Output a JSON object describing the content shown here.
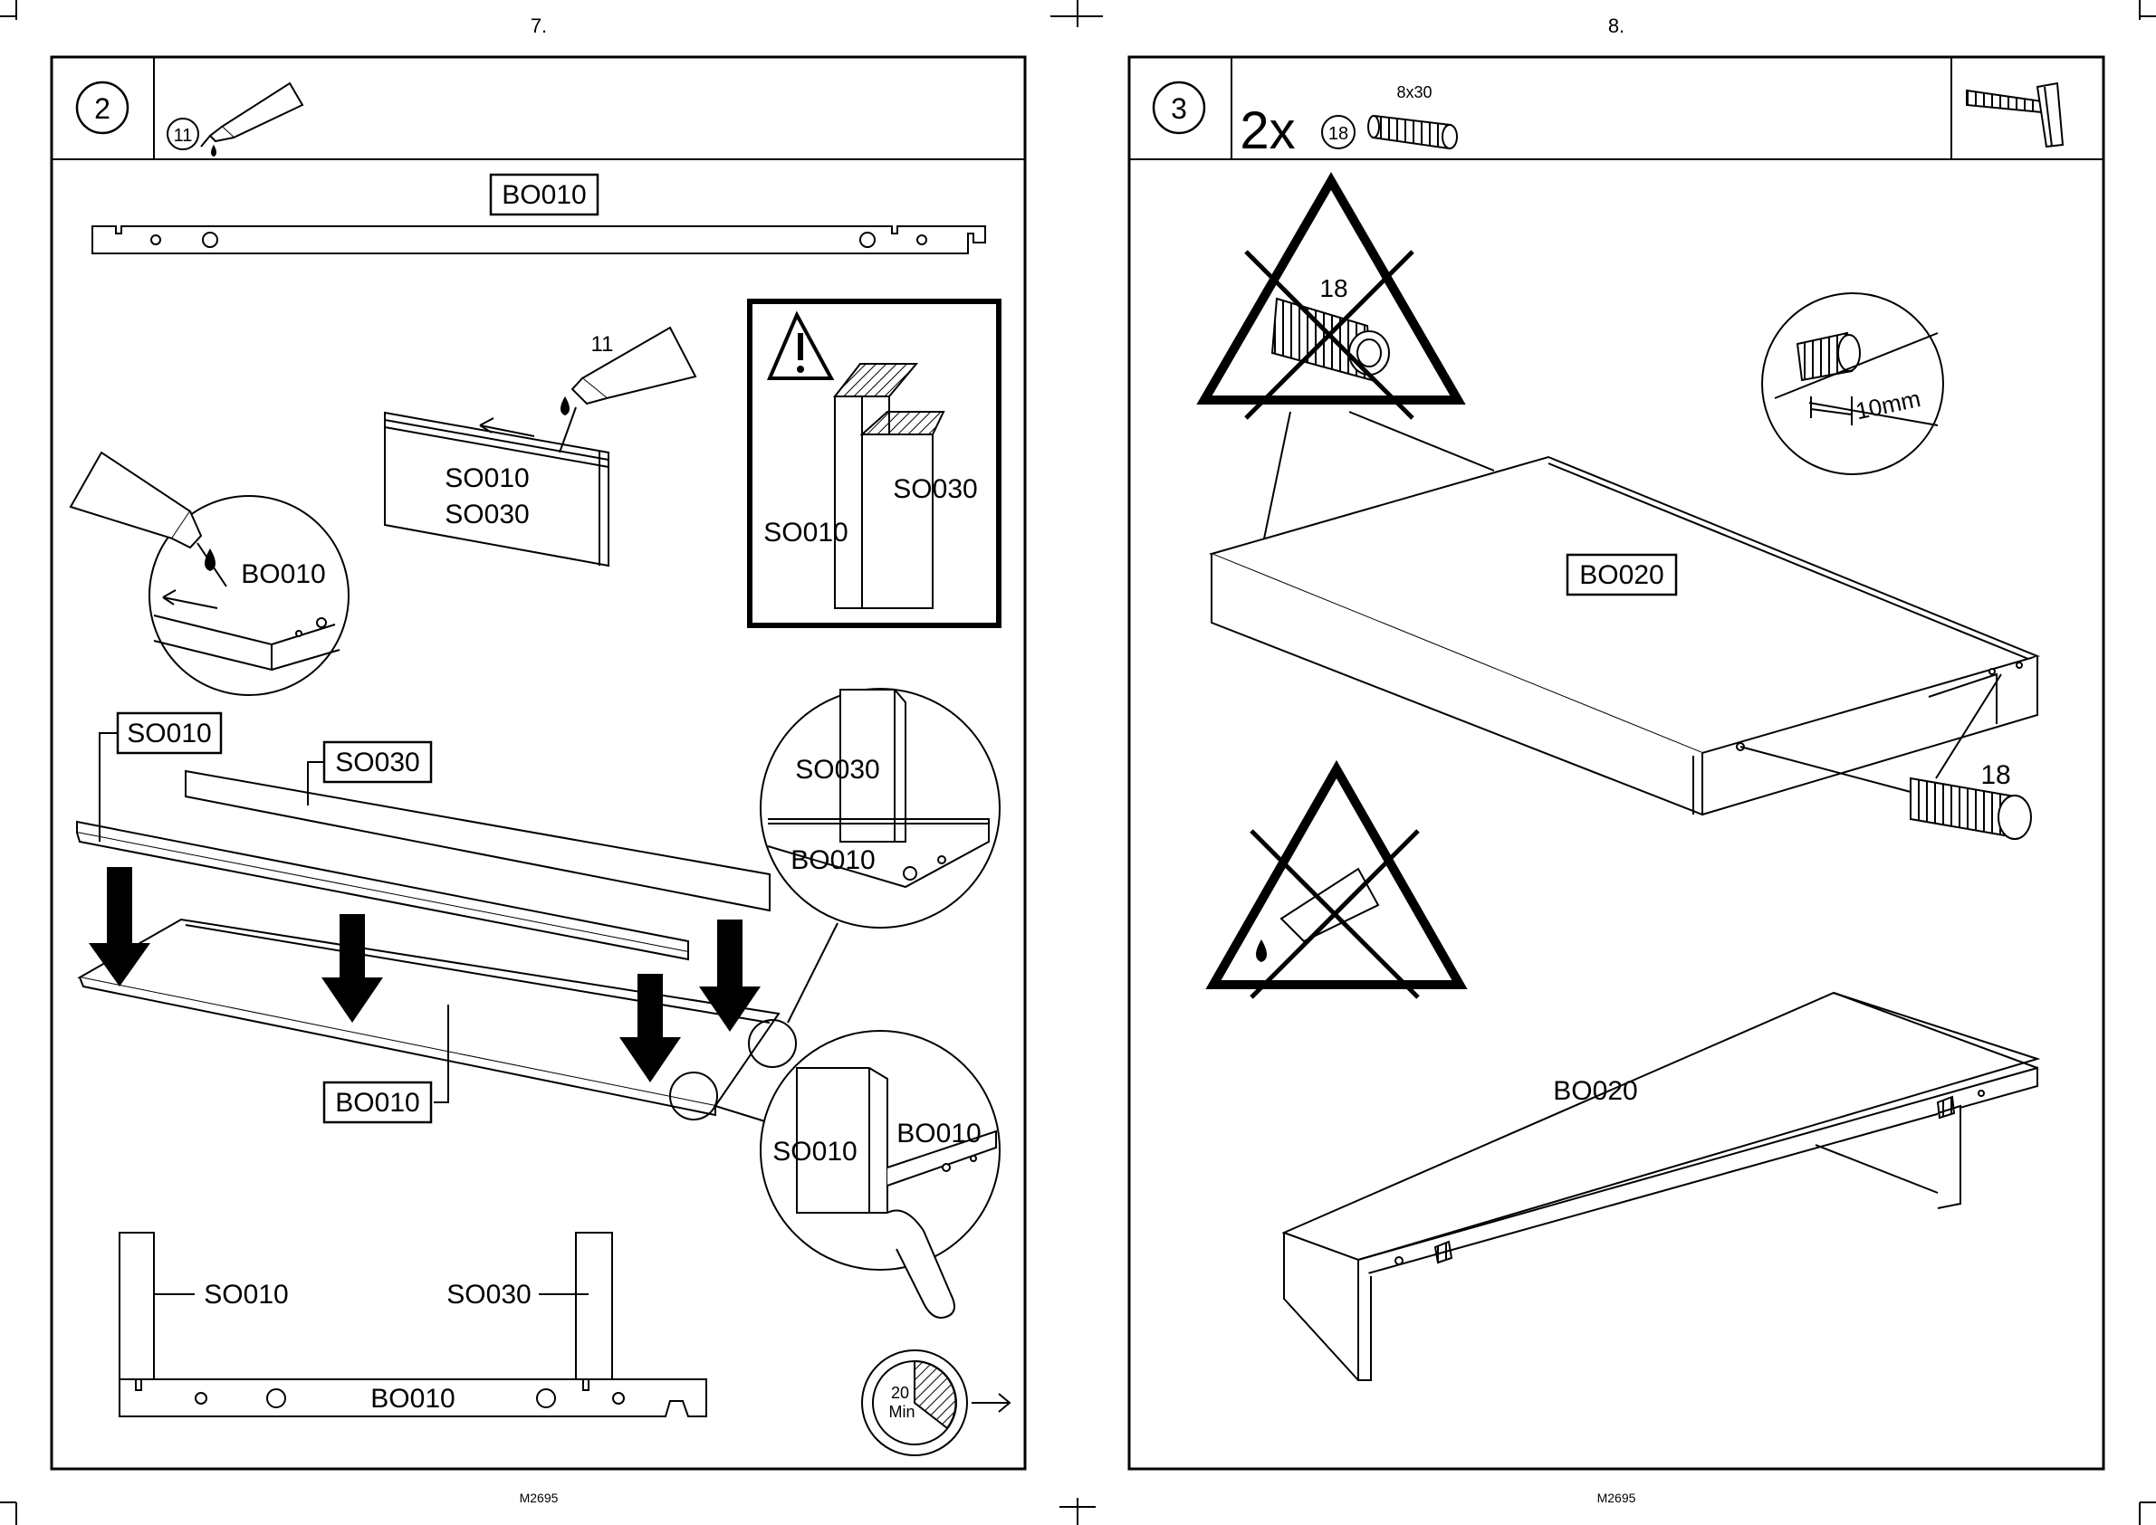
{
  "left_page": {
    "page_number": "7.",
    "footer_code": "M2695",
    "step_number": "2",
    "header_part_number": "11",
    "top_board_label": "BO010",
    "glue_part_label": "11",
    "rail_label_1": "SO010",
    "rail_label_2": "SO030",
    "detail_board_label": "BO010",
    "warning": {
      "label_so010": "SO010",
      "label_so030": "SO030"
    },
    "explode": {
      "label_so010": "SO010",
      "label_so030": "SO030",
      "label_bo010": "BO010"
    },
    "detail_right_top": {
      "label_so030": "SO030",
      "label_bo010": "BO010"
    },
    "detail_right_bottom": {
      "label_so010": "SO010",
      "label_bo010": "BO010"
    },
    "section": {
      "label_so010": "SO010",
      "label_so030": "SO030",
      "label_bo010": "BO010"
    },
    "timer": {
      "value": "20",
      "unit": "Min"
    }
  },
  "right_page": {
    "page_number": "8.",
    "footer_code": "M2695",
    "step_number": "3",
    "quantity": "2x",
    "header_part_number": "18",
    "dowel_size": "8x30",
    "warning_dowel_number": "18",
    "detail_measure": "10mm",
    "board_label_boxed": "BO020",
    "dowel_callout": "18",
    "board_label_plain": "BO020"
  }
}
